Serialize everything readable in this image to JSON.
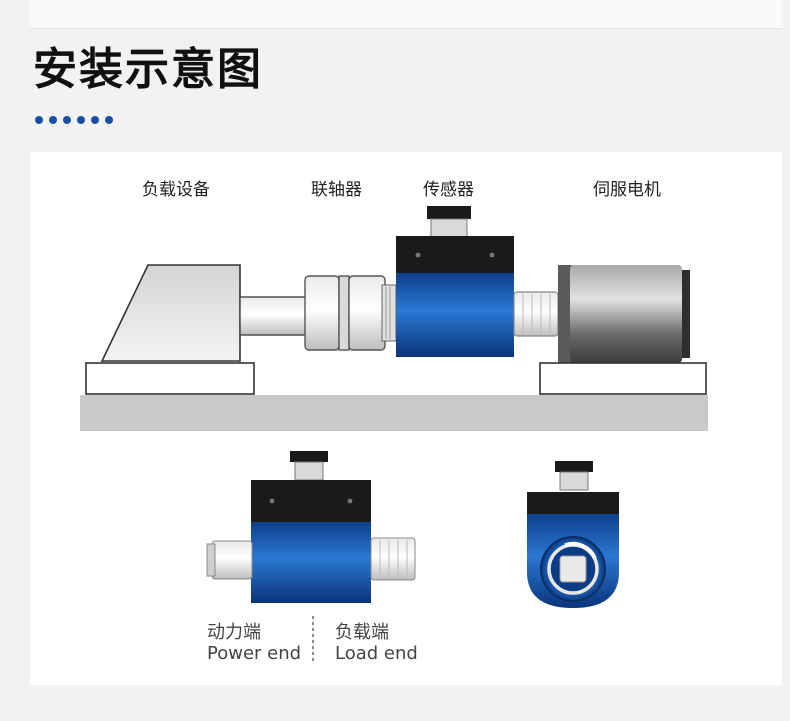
{
  "title": "安装示意图",
  "labels": {
    "load_equipment": "负载设备",
    "coupling": "联轴器",
    "sensor": "传感器",
    "servo_motor": "伺服电机"
  },
  "ends": {
    "power_zh": "动力端",
    "power_en": "Power end",
    "load_zh": "负载端",
    "load_en": "Load end"
  },
  "colors": {
    "accent_dot": "#1b4fa0",
    "sensor_blue": "#1a5fb4",
    "sensor_black": "#1a1a1a",
    "base_gray": "#c8c8c8"
  }
}
